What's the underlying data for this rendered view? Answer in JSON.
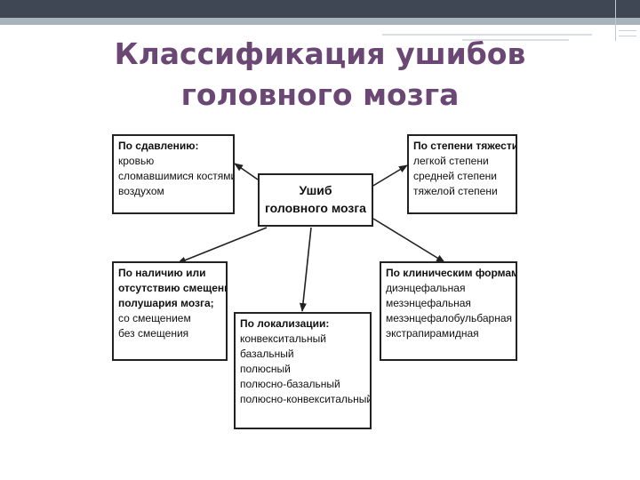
{
  "slide": {
    "title_line1": "Классификация ушибов",
    "title_line2": "головного мозга"
  },
  "center": {
    "line1": "Ушиб",
    "line2": "головного мозга"
  },
  "boxes": {
    "compression": {
      "heading": "По сдавлению:",
      "items": [
        "кровью",
        "сломавшимися костями",
        "воздухом"
      ]
    },
    "severity": {
      "heading": "По степени тяжести:",
      "items": [
        "легкой степени",
        "средней степени",
        "тяжелой степени"
      ]
    },
    "displacement": {
      "heading_lines": [
        "По наличию или",
        "отсутствию смещения",
        "полушария мозга;"
      ],
      "items": [
        "со смещением",
        "без смещения"
      ]
    },
    "localization": {
      "heading": "По локализации:",
      "items": [
        "конвекситальный",
        "базальный",
        "полюсный",
        "полюсно-базальный",
        "полюсно-конвекситальный"
      ]
    },
    "clinical": {
      "heading": "По клиническим формам:",
      "items": [
        "диэнцефальная",
        "мезэнцефальная",
        "мезэнцефалобульбарная",
        "экстрапирамидная"
      ]
    }
  }
}
